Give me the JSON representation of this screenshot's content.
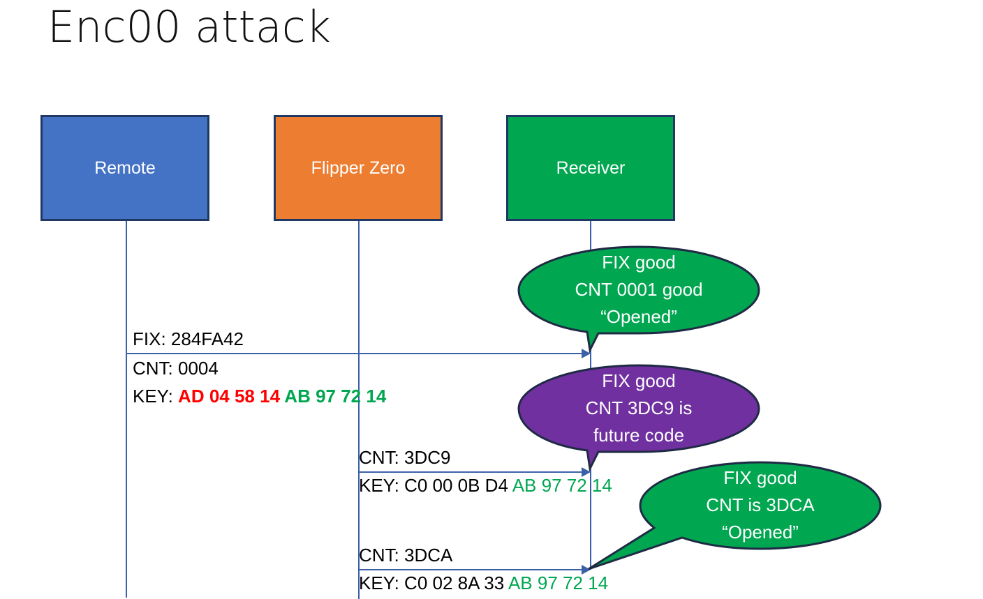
{
  "slide": {
    "title": "Enc00 attack",
    "background": "#ffffff"
  },
  "colors": {
    "remote": "#4472C4",
    "flipper": "#ED7D31",
    "receiver": "#00A650",
    "bubble_good": "#00A650",
    "bubble_future": "#7030A0",
    "border": "#1F3864",
    "lifeline": "#3A61A8",
    "key_old": "#FF0000",
    "key_new": "#00A650"
  },
  "actors": [
    {
      "id": "remote",
      "label": "Remote"
    },
    {
      "id": "flipper",
      "label": "Flipper Zero"
    },
    {
      "id": "receiver",
      "label": "Receiver"
    }
  ],
  "messages": [
    {
      "id": "m1",
      "from": "remote",
      "to": "receiver",
      "fix_label": "FIX: 284FA42",
      "cnt_label": "CNT: 0004",
      "key_prefix": "KEY: ",
      "key_old": "AD 04 58 14",
      "key_new": " AB 97 72 14"
    },
    {
      "id": "m2",
      "from": "flipper",
      "to": "receiver",
      "cnt_label": "CNT: 3DC9",
      "key_prefix": "KEY: C0 00 0B D4 ",
      "key_new": "AB 97 72 14"
    },
    {
      "id": "m3",
      "from": "flipper",
      "to": "receiver",
      "cnt_label": "CNT: 3DCA",
      "key_prefix": "KEY: C0 02 8A 33 ",
      "key_new": "AB 97 72 14"
    }
  ],
  "callouts": [
    {
      "id": "c1",
      "color": "#00A650",
      "line1": "FIX good",
      "line2": "CNT 0001 good",
      "line3": "“Opened”"
    },
    {
      "id": "c2",
      "color": "#7030A0",
      "line1": "FIX good",
      "line2": "CNT 3DC9 is",
      "line3": "future code"
    },
    {
      "id": "c3",
      "color": "#00A650",
      "line1": "FIX good",
      "line2": "CNT is 3DCA",
      "line3": "“Opened”"
    }
  ]
}
